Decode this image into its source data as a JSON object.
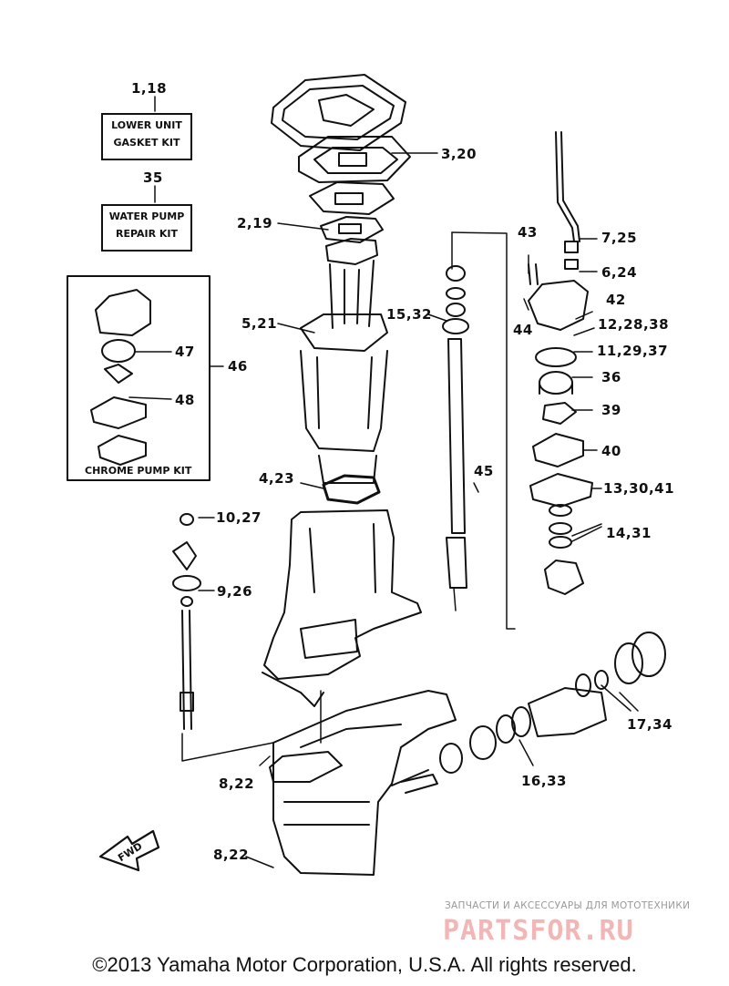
{
  "labels": {
    "l_1_18": "1,18",
    "l_35": "35",
    "l_3_20": "3,20",
    "l_2_19": "2,19",
    "l_43": "43",
    "l_7_25": "7,25",
    "l_6_24": "6,24",
    "l_42": "42",
    "l_15_32": "15,32",
    "l_44": "44",
    "l_12_28_38": "12,28,38",
    "l_5_21": "5,21",
    "l_47": "47",
    "l_46": "46",
    "l_11_29_37": "11,29,37",
    "l_36": "36",
    "l_48": "48",
    "l_39": "39",
    "l_40": "40",
    "l_45": "45",
    "l_4_23": "4,23",
    "l_13_30_41": "13,30,41",
    "l_10_27": "10,27",
    "l_14_31": "14,31",
    "l_9_26": "9,26",
    "l_17_34": "17,34",
    "l_16_33": "16,33",
    "l_8_22_a": "8,22",
    "l_8_22_b": "8,22"
  },
  "kits": {
    "lower_unit_line1": "LOWER UNIT",
    "lower_unit_line2": "GASKET KIT",
    "water_pump_line1": "WATER PUMP",
    "water_pump_line2": "REPAIR KIT",
    "chrome_pump": "CHROME PUMP KIT"
  },
  "fwd_label": "FWD",
  "watermark": {
    "subtitle": "ЗАПЧАСТИ И АКСЕССУАРЫ ДЛЯ МОТОТЕХНИКИ",
    "brand": "PARTSFOR.RU"
  },
  "copyright": "©2013 Yamaha Motor Corporation, U.S.A. All rights reserved."
}
